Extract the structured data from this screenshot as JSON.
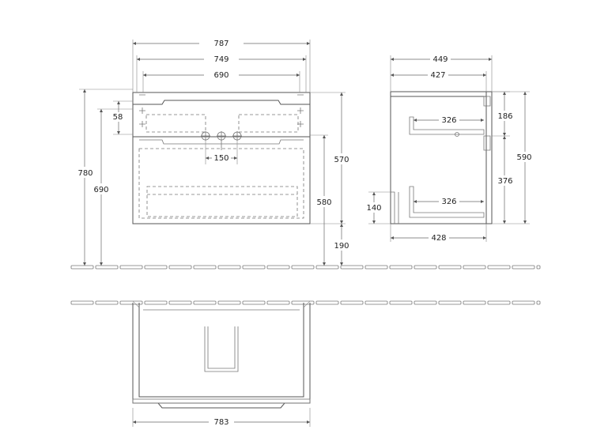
{
  "front_view": {
    "dims": {
      "overall_width": "787",
      "cabinet_width": "749",
      "basin_width": "690",
      "top_offset": "58",
      "tap_spacing": "150",
      "overall_height": "780",
      "top_height": "690",
      "cabinet_height": "570",
      "floor_to_bottom": "580",
      "plinth_height": "190"
    }
  },
  "side_view": {
    "dims": {
      "overall_depth": "449",
      "cabinet_depth": "427",
      "drawer_depth_top": "326",
      "drawer_depth_bottom": "326",
      "base_depth": "428",
      "inner_height": "140",
      "upper_drawer_height": "186",
      "lower_drawer_height": "376",
      "overall_height": "590"
    }
  },
  "plan_view": {
    "dims": {
      "inner_width": "783"
    }
  }
}
